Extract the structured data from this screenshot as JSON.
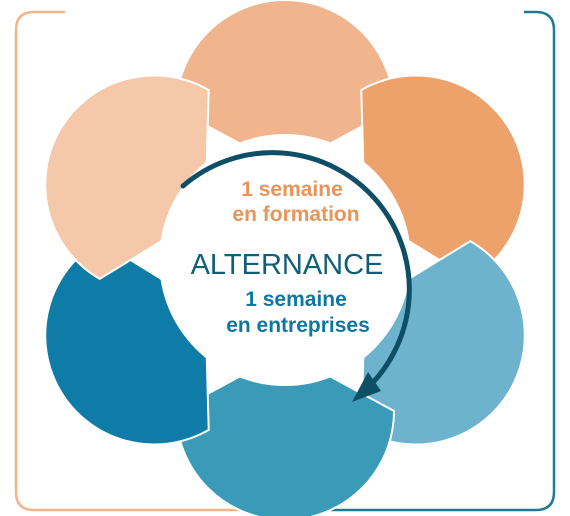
{
  "diagram": {
    "formation_line1": "1 semaine",
    "formation_line2": "en formation",
    "center_title": "ALTERNANCE",
    "entreprise_line1": "1 semaine",
    "entreprise_line2": "en entreprises"
  },
  "colors": {
    "frame_left": "#f0b68a",
    "frame_right": "#1e7b93",
    "petal_top": "#f0b58c",
    "petal_upper_right": "#eca26a",
    "petal_lower_right": "#6db3cd",
    "petal_bottom": "#3a9bb8",
    "petal_left": "#0e7ca6",
    "petal_upper_left": "#f4c8a8",
    "arrow": "#0f4f66",
    "text_formation": "#e8955a",
    "text_center": "#115e79",
    "text_entreprise": "#10779f"
  }
}
